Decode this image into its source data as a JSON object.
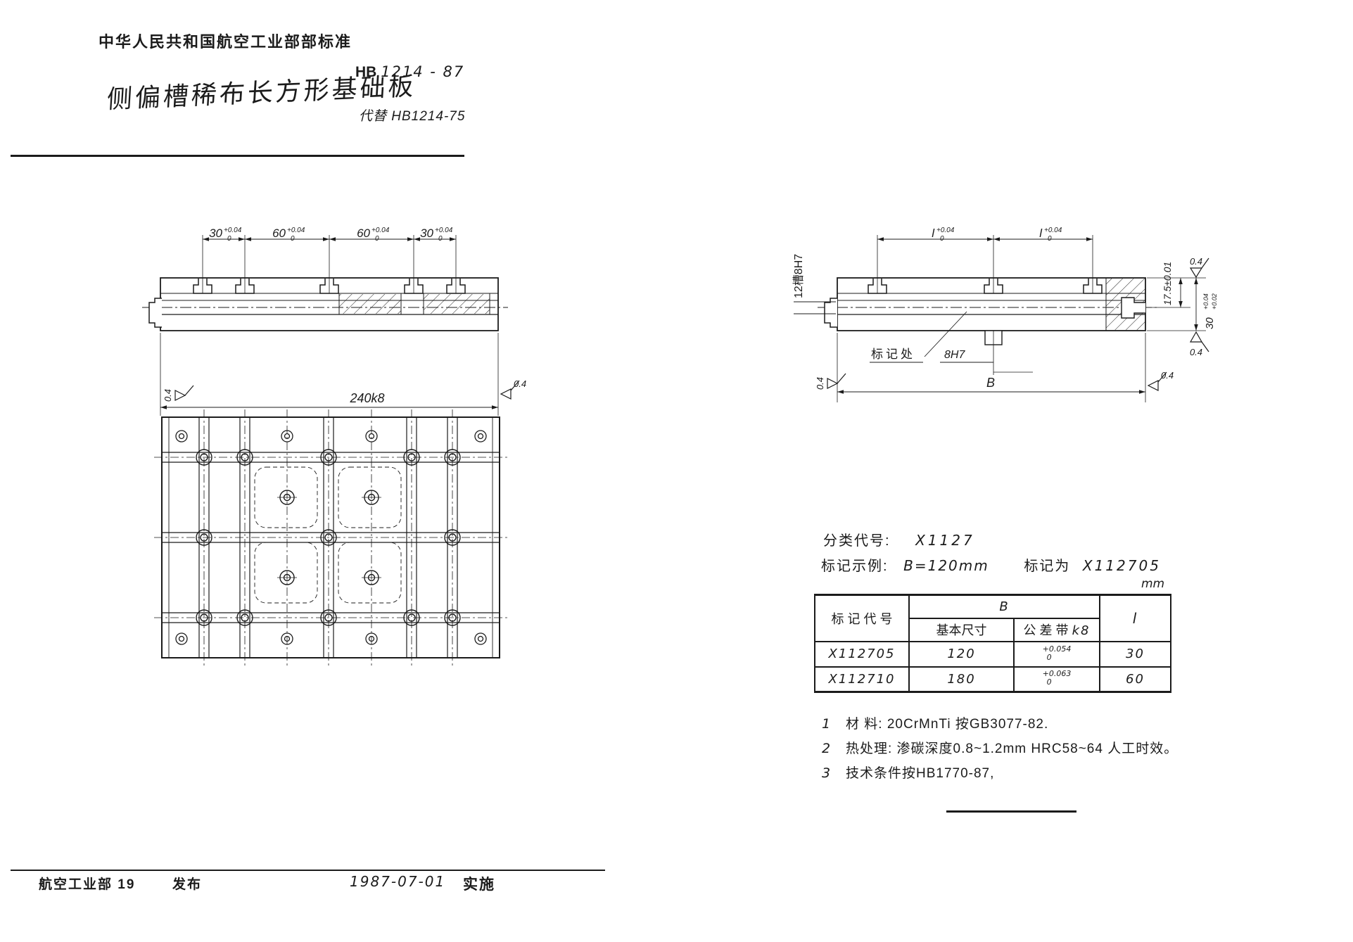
{
  "header": {
    "ministry": "中华人民共和国航空工业部部标准",
    "title": "侧偏槽稀布长方形基础板",
    "code_prefix": "HB",
    "code_number": "1214 - 87",
    "supersedes": "代替 HB1214-75"
  },
  "front_view": {
    "dim1_value": "30",
    "dim1_tol_upper": "+0.04",
    "dim1_tol_lower": "0",
    "dim2_value": "60",
    "dim2_tol_upper": "+0.04",
    "dim2_tol_lower": "0",
    "dim3_value": "60",
    "dim3_tol_upper": "+0.04",
    "dim3_tol_lower": "0",
    "dim4_value": "30",
    "dim4_tol_upper": "+0.04",
    "dim4_tol_lower": "0",
    "width_dim": "240k8",
    "roughness_left": "0.4",
    "roughness_right": "0.4"
  },
  "side_view": {
    "slot_count_label": "12槽8H7",
    "dim_l1_value": "l",
    "dim_l1_tol_upper": "+0.04",
    "dim_l1_tol_lower": "0",
    "dim_l2_value": "l",
    "dim_l2_tol_upper": "+0.04",
    "dim_l2_tol_lower": "0",
    "height_dim": "17.5±0.01",
    "roughness_top_right": "0.4",
    "depth_value": "30",
    "depth_tol_upper": "+0.04",
    "depth_tol_lower": "+0.02",
    "roughness_bottom_right": "0.4",
    "mark_location_label": "标记处",
    "slot_size": "8H7",
    "width_dim": "B",
    "roughness_left": "0.4",
    "roughness_right": "0.4"
  },
  "classification": {
    "class_label": "分类代号:",
    "class_code": "X1127",
    "example_label": "标记示例:",
    "example_value": "B=120mm",
    "example_mark_label": "标记为",
    "example_mark_code": "X112705"
  },
  "table": {
    "unit": "mm",
    "col_code": "标 记 代 号",
    "col_b": "B",
    "col_basic": "基本尺寸",
    "col_tol_prefix": "公 差 带 ",
    "col_tol_code": "k8",
    "col_l": "l",
    "rows": [
      {
        "code": "X112705",
        "basic": "120",
        "tol_upper": "+0.054",
        "tol_lower": "0",
        "l": "30"
      },
      {
        "code": "X112710",
        "basic": "180",
        "tol_upper": "+0.063",
        "tol_lower": "0",
        "l": "60"
      }
    ]
  },
  "notes": [
    {
      "num": "1",
      "text": "材 料: 20CrMnTi 按GB3077-82."
    },
    {
      "num": "2",
      "text": "热处理: 渗碳深度0.8~1.2mm HRC58~64 人工时效。"
    },
    {
      "num": "3",
      "text": "技术条件按HB1770-87,"
    }
  ],
  "footer": {
    "org": "航空工业部 19",
    "publish": "发布",
    "date": "1987-07-01",
    "implement": "实施"
  }
}
